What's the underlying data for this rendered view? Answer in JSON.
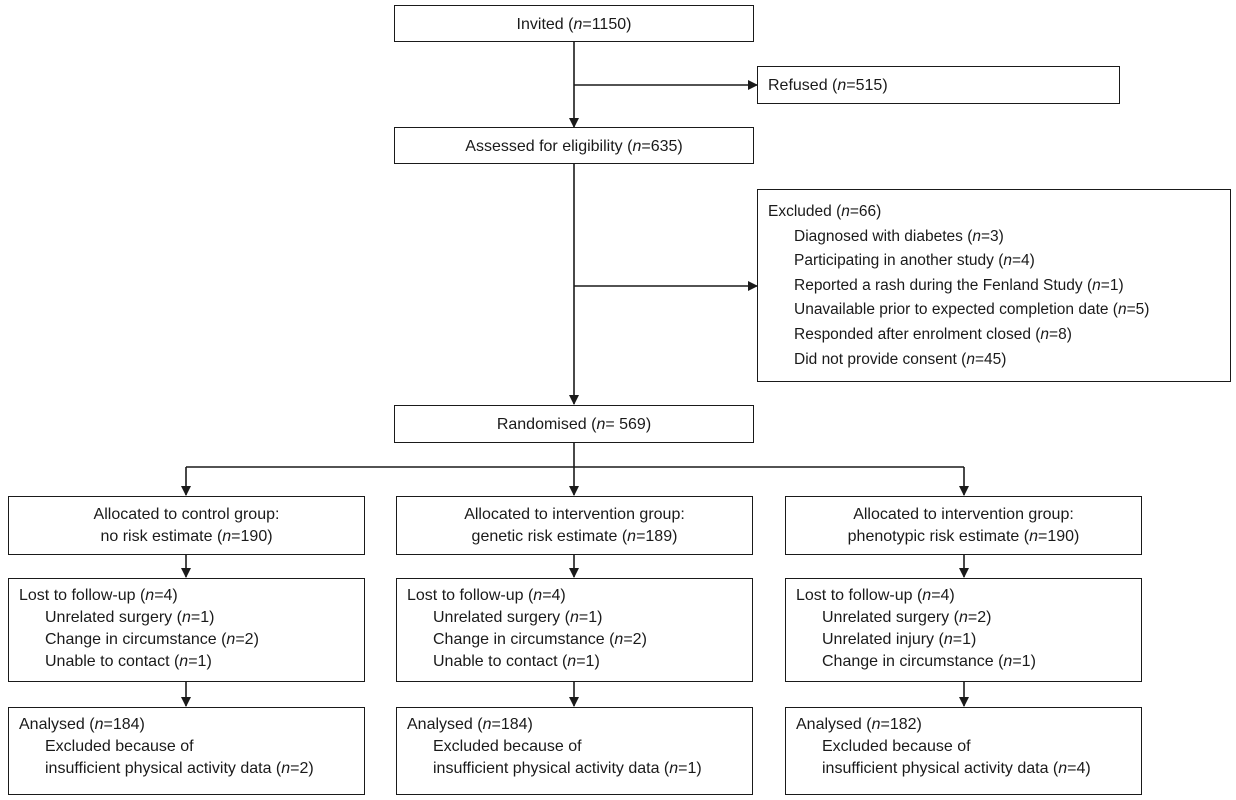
{
  "invited": {
    "label": "Invited (",
    "n": "n",
    "value": "=1150)"
  },
  "refused": {
    "label": "Refused (",
    "n": "n",
    "value": "=515)"
  },
  "assessed": {
    "label": "Assessed for eligibility (",
    "n": "n",
    "value": "=635)"
  },
  "excluded": {
    "title": {
      "label": "Excluded (",
      "n": "n",
      "value": "=66)"
    },
    "items": [
      {
        "label": "Diagnosed with diabetes (",
        "n": "n",
        "value": "=3)"
      },
      {
        "label": "Participating in another study (",
        "n": "n",
        "value": "=4)"
      },
      {
        "label": "Reported a rash during the Fenland Study (",
        "n": "n",
        "value": "=1)"
      },
      {
        "label": "Unavailable prior to expected completion date (",
        "n": "n",
        "value": "=5)"
      },
      {
        "label": "Responded after enrolment closed (",
        "n": "n",
        "value": "=8)"
      },
      {
        "label": "Did not provide consent (",
        "n": "n",
        "value": "=45)"
      }
    ]
  },
  "randomised": {
    "label": "Randomised (",
    "n": "n",
    "value": "= 569)"
  },
  "arms": [
    {
      "allocated_line1": "Allocated to control group:",
      "allocated_line2": {
        "label": "no risk estimate (",
        "n": "n",
        "value": "=190)"
      },
      "lost_title": {
        "label": "Lost to follow-up (",
        "n": "n",
        "value": "=4)"
      },
      "lost_items": [
        {
          "label": "Unrelated surgery (",
          "n": "n",
          "value": "=1)"
        },
        {
          "label": "Change in circumstance (",
          "n": "n",
          "value": "=2)"
        },
        {
          "label": "Unable to contact (",
          "n": "n",
          "value": "=1)"
        }
      ],
      "analysed": {
        "label": "Analysed (",
        "n": "n",
        "value": "=184)"
      },
      "excluded_line1": "Excluded because of",
      "excluded_line2": {
        "label": "insufficient physical activity data (",
        "n": "n",
        "value": "=2)"
      }
    },
    {
      "allocated_line1": "Allocated to intervention group:",
      "allocated_line2": {
        "label": "genetic risk estimate (",
        "n": "n",
        "value": "=189)"
      },
      "lost_title": {
        "label": "Lost to follow-up (",
        "n": "n",
        "value": "=4)"
      },
      "lost_items": [
        {
          "label": "Unrelated surgery (",
          "n": "n",
          "value": "=1)"
        },
        {
          "label": "Change in circumstance (",
          "n": "n",
          "value": "=2)"
        },
        {
          "label": "Unable to contact (",
          "n": "n",
          "value": "=1)"
        }
      ],
      "analysed": {
        "label": "Analysed (",
        "n": "n",
        "value": "=184)"
      },
      "excluded_line1": "Excluded because of",
      "excluded_line2": {
        "label": "insufficient physical activity data (",
        "n": "n",
        "value": "=1)"
      }
    },
    {
      "allocated_line1": "Allocated to intervention group:",
      "allocated_line2": {
        "label": "phenotypic risk estimate (",
        "n": "n",
        "value": "=190)"
      },
      "lost_title": {
        "label": "Lost to follow-up (",
        "n": "n",
        "value": "=4)"
      },
      "lost_items": [
        {
          "label": "Unrelated surgery (",
          "n": "n",
          "value": "=2)"
        },
        {
          "label": "Unrelated injury (",
          "n": "n",
          "value": "=1)"
        },
        {
          "label": "Change in circumstance (",
          "n": "n",
          "value": "=1)"
        }
      ],
      "analysed": {
        "label": "Analysed (",
        "n": "n",
        "value": "=182)"
      },
      "excluded_line1": "Excluded because of",
      "excluded_line2": {
        "label": "insufficient physical activity data (",
        "n": "n",
        "value": "=4)"
      }
    }
  ]
}
